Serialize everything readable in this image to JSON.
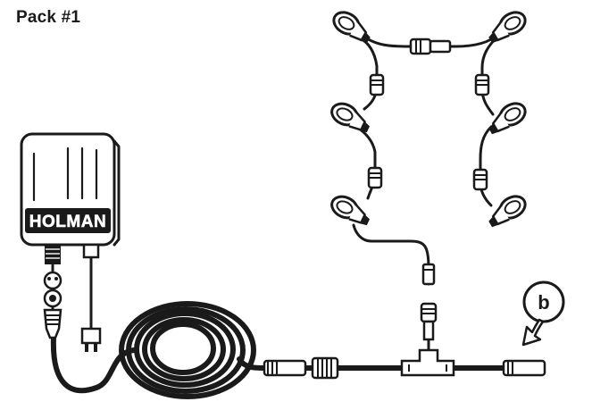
{
  "title": "Pack #1",
  "transformer": {
    "brand": "HOLMAN"
  },
  "callout": {
    "label": "b"
  },
  "colors": {
    "ink": "#1a1a1a",
    "paper": "#ffffff"
  }
}
